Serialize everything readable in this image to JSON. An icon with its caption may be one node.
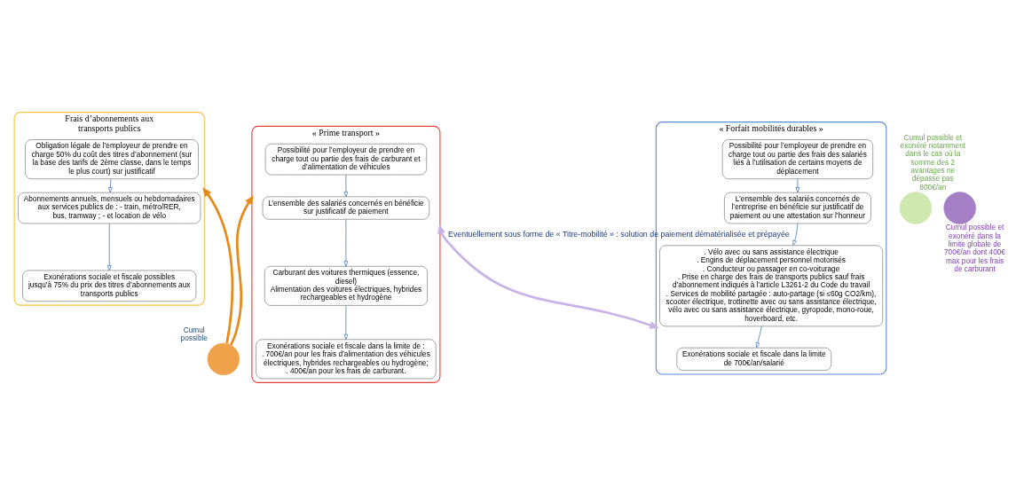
{
  "diagram": {
    "nodes": [
      {
        "text": [
          "Frais d’abonnements aux transports publics"
        ]
      },
      {
        "text": [
          "Obligation légale de l’employeur de prendre en charge 50% du coût des titres d’abonnement (sur la base des tarifs de 2ème classe, dans le temps le plus court) sur justificatif"
        ],
        "in": 0
      },
      {
        "text": [
          "Abonnements annuels, mensuels ou hebdomadaires aux services publics de : - train, métro/RER, bus, tramway ; - et location de vélo"
        ],
        "in": 0
      },
      {
        "text": [
          "Exonérations sociale et fiscale possibles jusqu’à 75% du prix des titres d’abonnements aux transports publics"
        ],
        "in": 0
      },
      {
        "text": [
          "« Forfait mobilités durables »"
        ]
      },
      {
        "text": [
          "Possibilité pour l’employeur de prendre en charge tout ou partie des frais des salariés liés à l’utilisation de certains moyens de déplacement"
        ],
        "in": 4
      },
      {
        "text": [
          "L’ensemble des salariés concernés de l’entreprise en bénéficie sur justificatif de paiement ou une attestation sur l’honneur"
        ],
        "in": 4
      },
      {
        "text": [
          ". Vélo avec ou sans assistance électrique",
          ". Engins de déplacement personnel motorisés",
          ". Conducteur ou passager en co-voiturage",
          ". Prise en charge des frais de transports publics sauf frais d’abonnement indiqués à l’article L3261-2 du Code du travail",
          ". Services de mobilité partagée : auto-partage (si ≤60g CO2/km), scooter électrique, trottinette avec ou sans assistance électrique, vélo avec ou sans assistance électrique, gyropode, mono-roue, hoverboard, etc."
        ],
        "in": 4
      },
      {
        "text": [
          "Exonérations sociale et fiscale dans la limite de 700€/an/salarié"
        ],
        "in": 4
      },
      {
        "text": [
          "« Prime transport »"
        ]
      },
      {
        "text": [
          "Possibilité pour l’employeur de prendre en charge tout ou partie des frais de carburant et d’alimentation de véhicules"
        ],
        "in": 9
      },
      {
        "text": [
          "L’ensemble des salariés concernés en bénéficie sur justificatif de paiement"
        ],
        "in": 9
      },
      {
        "text": [
          "Carburant des voitures thermiques (essence, diesel)",
          "Alimentation des voitures électriques, hybrides rechargeables et hydrogène"
        ],
        "in": 9
      },
      {
        "text": [
          "Exonérations sociale et fiscale dans la limite de :",
          ". 700€/an pour les frais d’alimentation des véhicules électriques, hybrides rechargeables ou hydrogène;",
          ". 400€/an pour les frais de carburant."
        ],
        "in": 9
      },
      {
        "text": [],
        "shape": "circle",
        "beside": [
          "Cumul possible et exonéré notamment dans le cas où la somme des 2 avantages ne dépasse pas 800€/an"
        ]
      },
      {
        "text": [],
        "shape": "circle",
        "beside": [
          "Cumul possible et exonéré dans la limite globale de 700€/an dont 400€ max pour les frais de carburant"
        ]
      },
      {
        "text": [],
        "shape": "circle",
        "beside": [
          "Cumul",
          "possible"
        ]
      }
    ],
    "edges": [
      {
        "from": 4,
        "to": 9,
        "arrow": "both",
        "label": "Eventuellement sous forme de « Titre-mobilité » : solution de paiement dématérialisée et prépayée",
        "style": "thick",
        "color": "#c9b3e6"
      },
      {
        "from": 1,
        "to": 2,
        "arrow": "to"
      },
      {
        "from": 2,
        "to": 3,
        "arrow": "to"
      },
      {
        "from": 5,
        "to": 6,
        "arrow": "to"
      },
      {
        "from": 6,
        "to": 7,
        "arrow": "to"
      },
      {
        "from": 7,
        "to": 8,
        "arrow": "to"
      },
      {
        "from": 10,
        "to": 11,
        "arrow": "to"
      },
      {
        "from": 11,
        "to": 12,
        "arrow": "to"
      },
      {
        "from": 12,
        "to": 13,
        "arrow": "to"
      },
      {
        "from": 16,
        "to": 0,
        "arrow": "to",
        "style": "thick",
        "color": "#e88a1a"
      },
      {
        "from": 16,
        "to": 9,
        "arrow": "to",
        "style": "thick",
        "color": "#e88a1a"
      }
    ]
  }
}
